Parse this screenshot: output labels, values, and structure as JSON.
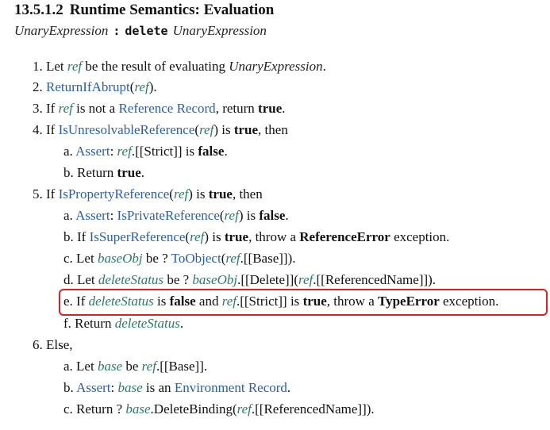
{
  "heading": {
    "number": "13.5.1.2",
    "title": "Runtime Semantics: Evaluation"
  },
  "production": {
    "lhs": "UnaryExpression",
    "colon": ":",
    "keyword": "delete",
    "rhs": "UnaryExpression"
  },
  "steps": {
    "s1": {
      "label": "1.",
      "t1": "Let",
      "v1": "ref",
      "t2": "be the result of evaluating",
      "nt": "UnaryExpression",
      "t3": "."
    },
    "s2": {
      "label": "2.",
      "link": "ReturnIfAbrupt",
      "open": "(",
      "v1": "ref",
      "close": ")."
    },
    "s3": {
      "label": "3.",
      "t1": "If",
      "v1": "ref",
      "t2": "is not a",
      "link": "Reference Record",
      "t3": ", return",
      "b1": "true",
      "t4": "."
    },
    "s4": {
      "label": "4.",
      "t1": "If",
      "link": "IsUnresolvableReference",
      "open": "(",
      "v1": "ref",
      "t2": ") is",
      "b1": "true",
      "t3": ", then"
    },
    "s4a": {
      "label": "a.",
      "link": "Assert",
      "t1": ":",
      "v1": "ref",
      "t2": ".[[Strict]] is",
      "b1": "false",
      "t3": "."
    },
    "s4b": {
      "label": "b.",
      "t1": "Return",
      "b1": "true",
      "t2": "."
    },
    "s5": {
      "label": "5.",
      "t1": "If",
      "link": "IsPropertyReference",
      "open": "(",
      "v1": "ref",
      "t2": ") is",
      "b1": "true",
      "t3": ", then"
    },
    "s5a": {
      "label": "a.",
      "link": "Assert",
      "t1": ":",
      "link2": "IsPrivateReference",
      "open": "(",
      "v1": "ref",
      "t2": ") is",
      "b1": "false",
      "t3": "."
    },
    "s5b": {
      "label": "b.",
      "t1": "If",
      "link": "IsSuperReference",
      "open": "(",
      "v1": "ref",
      "t2": ") is",
      "b1": "true",
      "t3": ", throw a",
      "b2": "ReferenceError",
      "t4": "exception."
    },
    "s5c": {
      "label": "c.",
      "t1": "Let",
      "v1": "baseObj",
      "t2": "be ?",
      "link": "ToObject",
      "open": "(",
      "v2": "ref",
      "t3": ".[[Base]])."
    },
    "s5d": {
      "label": "d.",
      "t1": "Let",
      "v1": "deleteStatus",
      "t2": "be ?",
      "v2": "baseObj",
      "t3": ".[[Delete]](",
      "v3": "ref",
      "t4": ".[[ReferencedName]])."
    },
    "s5e": {
      "label": "e.",
      "t1": "If",
      "v1": "deleteStatus",
      "t2": "is",
      "b1": "false",
      "t3": "and",
      "v2": "ref",
      "t4": ".[[Strict]] is",
      "b2": "true",
      "t5": ", throw a",
      "b3": "TypeError",
      "t6": "exception."
    },
    "s5f": {
      "label": "f.",
      "t1": "Return",
      "v1": "deleteStatus",
      "t2": "."
    },
    "s6": {
      "label": "6.",
      "t1": "Else,"
    },
    "s6a": {
      "label": "a.",
      "t1": "Let",
      "v1": "base",
      "t2": "be",
      "v2": "ref",
      "t3": ".[[Base]]."
    },
    "s6b": {
      "label": "b.",
      "link": "Assert",
      "t1": ":",
      "v1": "base",
      "t2": "is an",
      "link2": "Environment Record",
      "t3": "."
    },
    "s6c": {
      "label": "c.",
      "t1": "Return ?",
      "v1": "base",
      "t2": ".DeleteBinding(",
      "v2": "ref",
      "t3": ".[[ReferencedName]])."
    }
  }
}
